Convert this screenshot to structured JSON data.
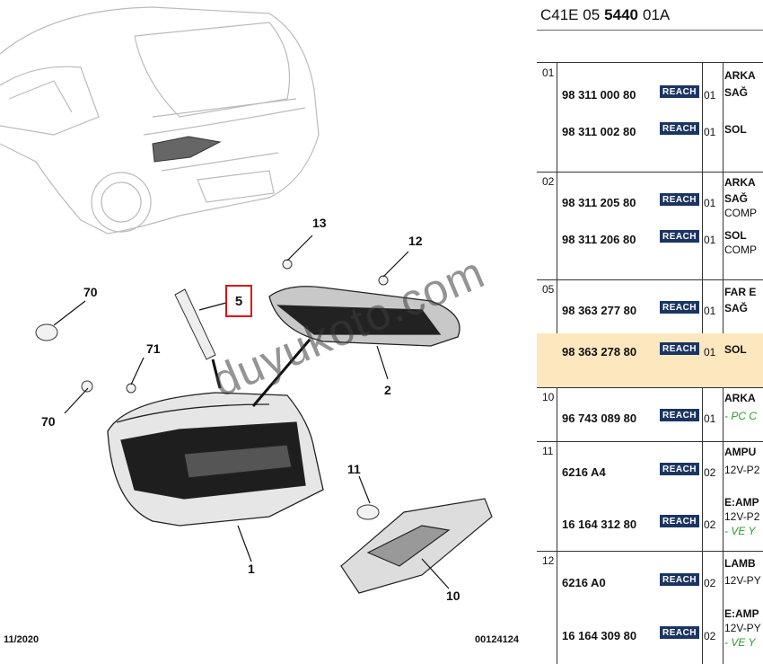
{
  "diagram": {
    "callouts": [
      "1",
      "2",
      "5",
      "10",
      "11",
      "12",
      "13",
      "70",
      "70",
      "71"
    ],
    "highlighted_callout": "5",
    "date": "11/2020",
    "ref": "00124124",
    "watermark": "duyukoto.com"
  },
  "panel": {
    "header": {
      "prefix": "C41E 05",
      "bold": "5440",
      "suffix": "01A"
    },
    "groups": [
      {
        "num": "01",
        "desc_title": "ARKA",
        "rows": [
          {
            "pn": "98 311 000 80",
            "badge": "REACH",
            "qty": "01",
            "desc": "SAĞ",
            "desc2": ""
          },
          {
            "pn": "98 311 002 80",
            "badge": "REACH",
            "qty": "01",
            "desc": "SOL",
            "desc2": ""
          }
        ]
      },
      {
        "num": "02",
        "desc_title": "ARKA",
        "rows": [
          {
            "pn": "98 311 205 80",
            "badge": "REACH",
            "qty": "01",
            "desc": "SAĞ",
            "desc2": "COMP"
          },
          {
            "pn": "98 311 206 80",
            "badge": "REACH",
            "qty": "01",
            "desc": "SOL",
            "desc2": "COMP"
          }
        ]
      },
      {
        "num": "05",
        "desc_title": "FAR E",
        "rows": [
          {
            "pn": "98 363 277 80",
            "badge": "REACH",
            "qty": "01",
            "desc": "SAĞ",
            "desc2": ""
          },
          {
            "pn": "98 363 278 80",
            "badge": "REACH",
            "qty": "01",
            "desc": "SOL",
            "desc2": "",
            "selected": true
          }
        ]
      },
      {
        "num": "10",
        "desc_title": "ARKA",
        "rows": [
          {
            "pn": "96 743 089 80",
            "badge": "REACH",
            "qty": "01",
            "desc": "- PC C",
            "desc2": ""
          }
        ]
      },
      {
        "num": "11",
        "desc_title": "AMPU",
        "rows": [
          {
            "pn": "6216 A4",
            "badge": "REACH",
            "qty": "02",
            "desc": "12V-P2",
            "desc2": ""
          },
          {
            "pn": "16 164 312 80",
            "badge": "REACH",
            "qty": "02",
            "desc": "E:AMP",
            "desc2": "12V-P2",
            "desc3": "- VE Y"
          }
        ]
      },
      {
        "num": "12",
        "desc_title": "LAMB",
        "rows": [
          {
            "pn": "6216 A0",
            "badge": "REACH",
            "qty": "02",
            "desc": "12V-PY",
            "desc2": ""
          },
          {
            "pn": "16 164 309 80",
            "badge": "REACH",
            "qty": "02",
            "desc": "E:AMP",
            "desc2": "12V-PY",
            "desc3": "- VE Y"
          }
        ]
      }
    ]
  }
}
